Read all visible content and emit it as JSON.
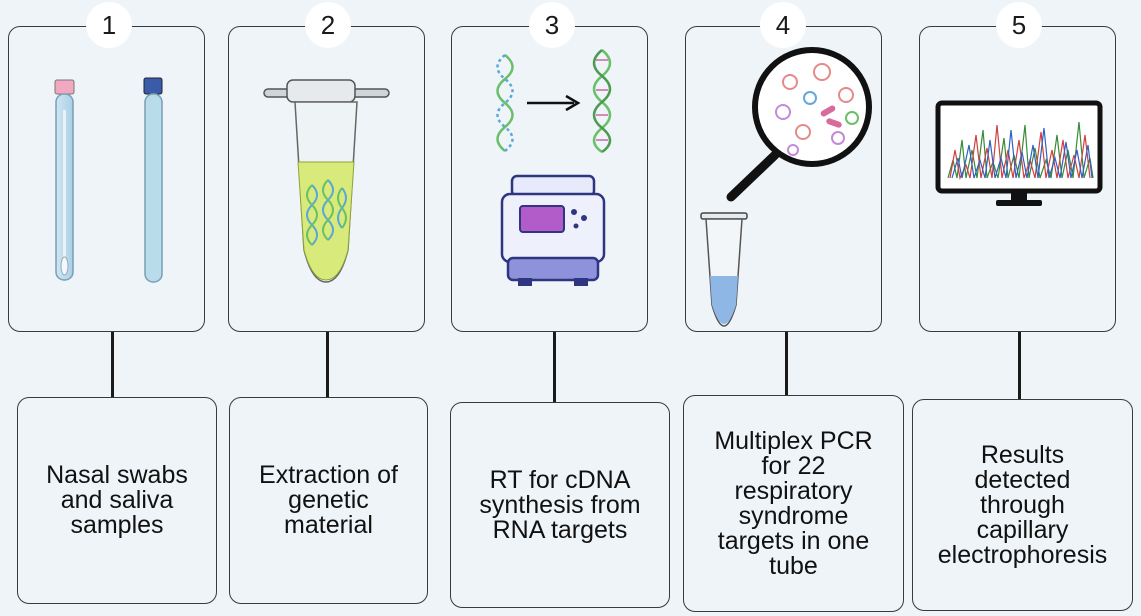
{
  "steps": [
    {
      "number": "1",
      "label": "Nasal swabs\nand saliva\nsamples"
    },
    {
      "number": "2",
      "label": "Extraction of\ngenetic\nmaterial"
    },
    {
      "number": "3",
      "label": "RT for cDNA\nsynthesis from\nRNA targets"
    },
    {
      "number": "4",
      "label": "Multiplex PCR\nfor 22\nrespiratory\nsyndrome\ntargets in one\ntube"
    },
    {
      "number": "5",
      "label": "Results\ndetected\nthrough\ncapillary\nelectrophoresis"
    }
  ],
  "icons": {
    "step1": [
      "swab-tube-icon",
      "saliva-tube-icon"
    ],
    "step2": [
      "microcentrifuge-tube-icon",
      "dna-icon"
    ],
    "step3": [
      "rna-strand-icon",
      "arrow-right-icon",
      "dna-strand-icon",
      "thermal-cycler-icon"
    ],
    "step4": [
      "magnifier-icon",
      "virus-icon",
      "bacteria-icon",
      "pcr-tube-icon"
    ],
    "step5": [
      "monitor-icon",
      "electropherogram-icon"
    ]
  },
  "colors": {
    "background": "#eef4f8",
    "tube_liquid": "#d8ea7a",
    "dna_green": "#6bbf6a",
    "dna_blue": "#5aa8d8",
    "machine_body": "#6a72c8",
    "machine_screen": "#b15cc9",
    "pink_cap": "#f2a8c0",
    "blue_cap": "#3a5ca8"
  }
}
